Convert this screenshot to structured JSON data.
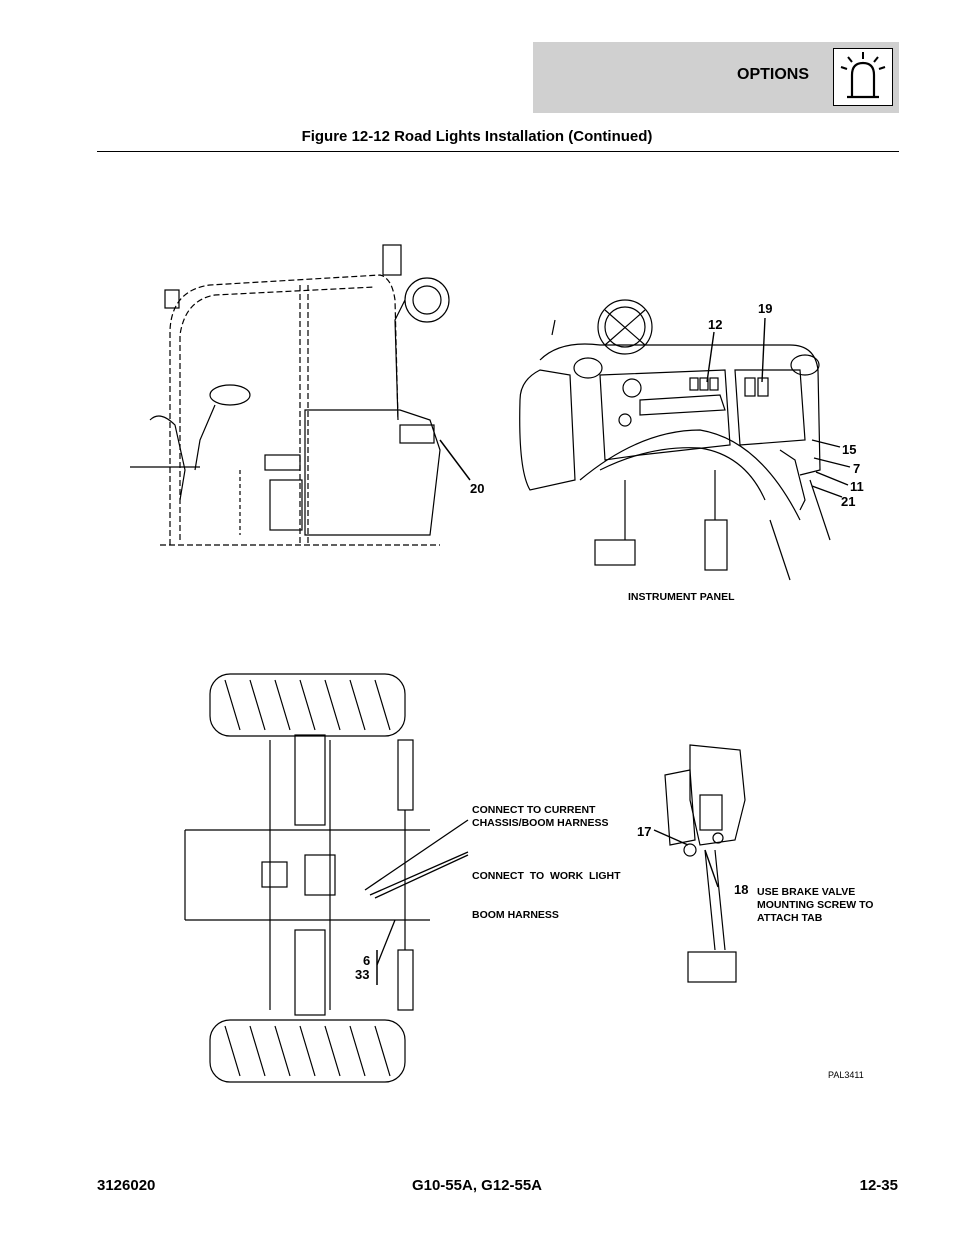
{
  "header": {
    "section_title": "OPTIONS",
    "figure_title": "Figure 12-12 Road Lights Installation (Continued)"
  },
  "icons": {
    "section": "warning-beacon-icon"
  },
  "callouts": {
    "c20": "20",
    "c12": "12",
    "c19": "19",
    "c15": "15",
    "c7": "7",
    "c11": "11",
    "c21": "21",
    "c17": "17",
    "c18": "18",
    "c6": "6",
    "c33": "33"
  },
  "labels": {
    "instrument_panel": "INSTRUMENT PANEL",
    "connect_current_1": "CONNECT TO CURRENT",
    "connect_current_2": "CHASSIS/BOOM HARNESS",
    "connect_work_1": "CONNECT  TO  WORK  LIGHT",
    "connect_work_2": "BOOM HARNESS",
    "brake_1": "USE BRAKE VALVE",
    "brake_2": "MOUNTING SCREW TO",
    "brake_3": "ATTACH TAB",
    "ref": "PAL3411"
  },
  "footer": {
    "doc_number": "3126020",
    "models": "G10-55A, G12-55A",
    "page": "12-35"
  }
}
